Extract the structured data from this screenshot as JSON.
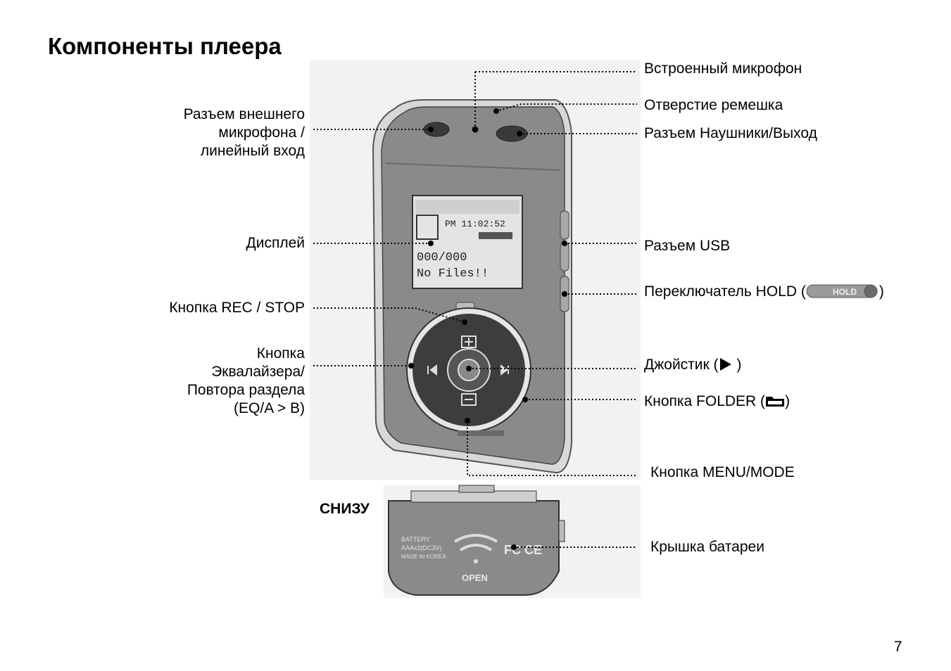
{
  "page": {
    "title": "Компоненты плеера",
    "page_number": "7",
    "bottom_view_label": "СНИЗУ"
  },
  "labels_left": {
    "ext_mic_line1": "Разъем внешнего",
    "ext_mic_line2": "микрофона /",
    "ext_mic_line3": "линейный вход",
    "display": "Дисплей",
    "rec_stop": "Кнопка REC / STOP",
    "eq_line1": "Кнопка",
    "eq_line2": "Эквалайзера/",
    "eq_line3": "Повтора раздела",
    "eq_line4": "(EQ/A > B)"
  },
  "labels_right": {
    "builtin_mic": "Встроенный микрофон",
    "strap_hole": "Отверстие ремешка",
    "headphones": "Разъем Наушники/Выход",
    "usb": "Разъем USB",
    "hold_prefix": "Переключатель HOLD (",
    "hold_suffix": ")",
    "hold_pill_text": "HOLD",
    "joystick_prefix": "Джойстик (",
    "joystick_suffix": " )",
    "folder_prefix": "Кнопка FOLDER (",
    "folder_suffix": ")",
    "menu_mode": "Кнопка MENU/MODE",
    "battery_cover": "Крышка батареи"
  },
  "device_screen": {
    "clock": "PM 11:02:52",
    "counter": "000/000",
    "message": "No Files!!"
  },
  "battery_cover": {
    "line1": "BATTERY",
    "line2": "AAAx2(DC3V)",
    "line3": "MADE IN KOREA",
    "open": "OPEN",
    "marks": "FC CE"
  }
}
